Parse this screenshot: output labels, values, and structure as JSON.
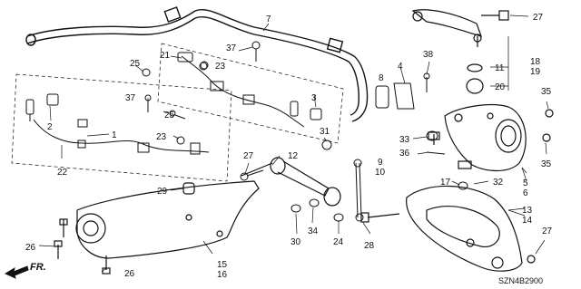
{
  "diagram": {
    "callouts": [
      "1",
      "2",
      "3",
      "4",
      "5",
      "6",
      "7",
      "8",
      "9",
      "10",
      "11",
      "12",
      "13",
      "14",
      "15",
      "16",
      "17",
      "18",
      "19",
      "20",
      "21",
      "22",
      "23",
      "24",
      "25",
      "26",
      "27",
      "28",
      "29",
      "30",
      "31",
      "32",
      "33",
      "34",
      "35",
      "36",
      "37",
      "38"
    ],
    "direction_marker": "FR.",
    "diagram_code": "SZN4B2900"
  }
}
